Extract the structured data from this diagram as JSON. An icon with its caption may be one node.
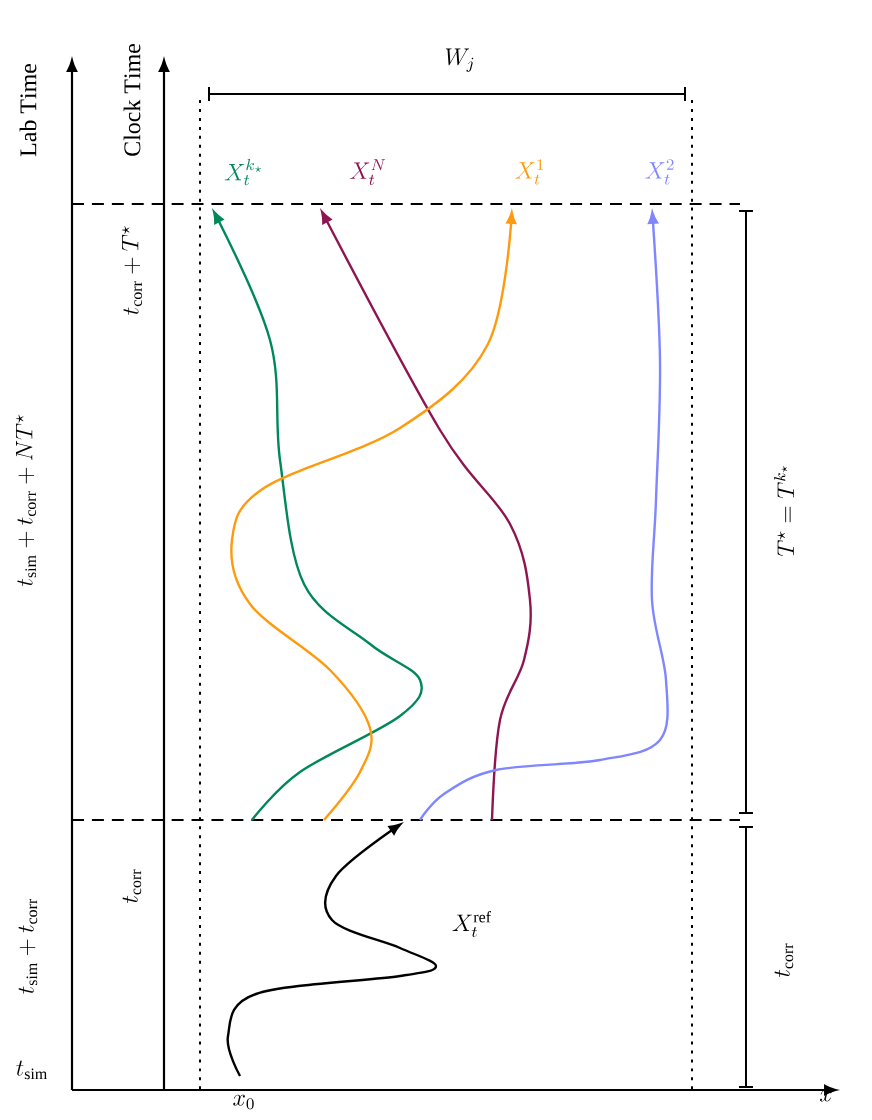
{
  "diagram": {
    "labels": [
      "\\mathrm{Lab\\ Time}",
      "\\mathrm{Clock\\ Time}",
      "W_j",
      "X_t^{k_\\star}",
      "X_t^{N}",
      "X_t^{1}",
      "X_t^{2}",
      "t_\\mathrm{sim} + t_\\mathrm{corr} + NT^\\star",
      "t_\\mathrm{corr} + T^\\star",
      "T^\\star = T^{k_\\star}",
      "X_t^\\mathrm{ref}",
      "t_\\mathrm{sim} + t_\\mathrm{corr}",
      "t_\\mathrm{corr}",
      "t_\\mathrm{corr}",
      "t_\\mathrm{sim}",
      "x_0",
      "x"
    ]
  }
}
